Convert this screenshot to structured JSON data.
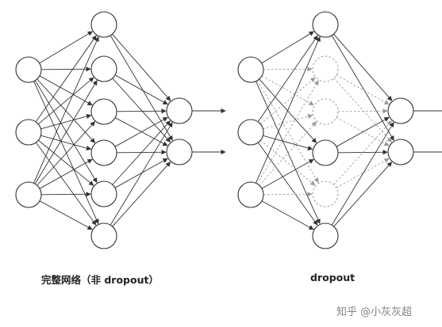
{
  "diagrams": {
    "full": {
      "label": "完整网络（非 dropout）",
      "layers": [
        3,
        6,
        2
      ],
      "dropped_hidden": []
    },
    "dropout": {
      "label": "dropout",
      "layers": [
        3,
        6,
        2
      ],
      "dropped_hidden": [
        1,
        2,
        4
      ]
    }
  },
  "watermark": "知乎 @小灰灰超",
  "colors": {
    "line": "#333333",
    "dashed": "#9a9a9a",
    "node_fill": "#ffffff",
    "node_stroke": "#333333"
  }
}
